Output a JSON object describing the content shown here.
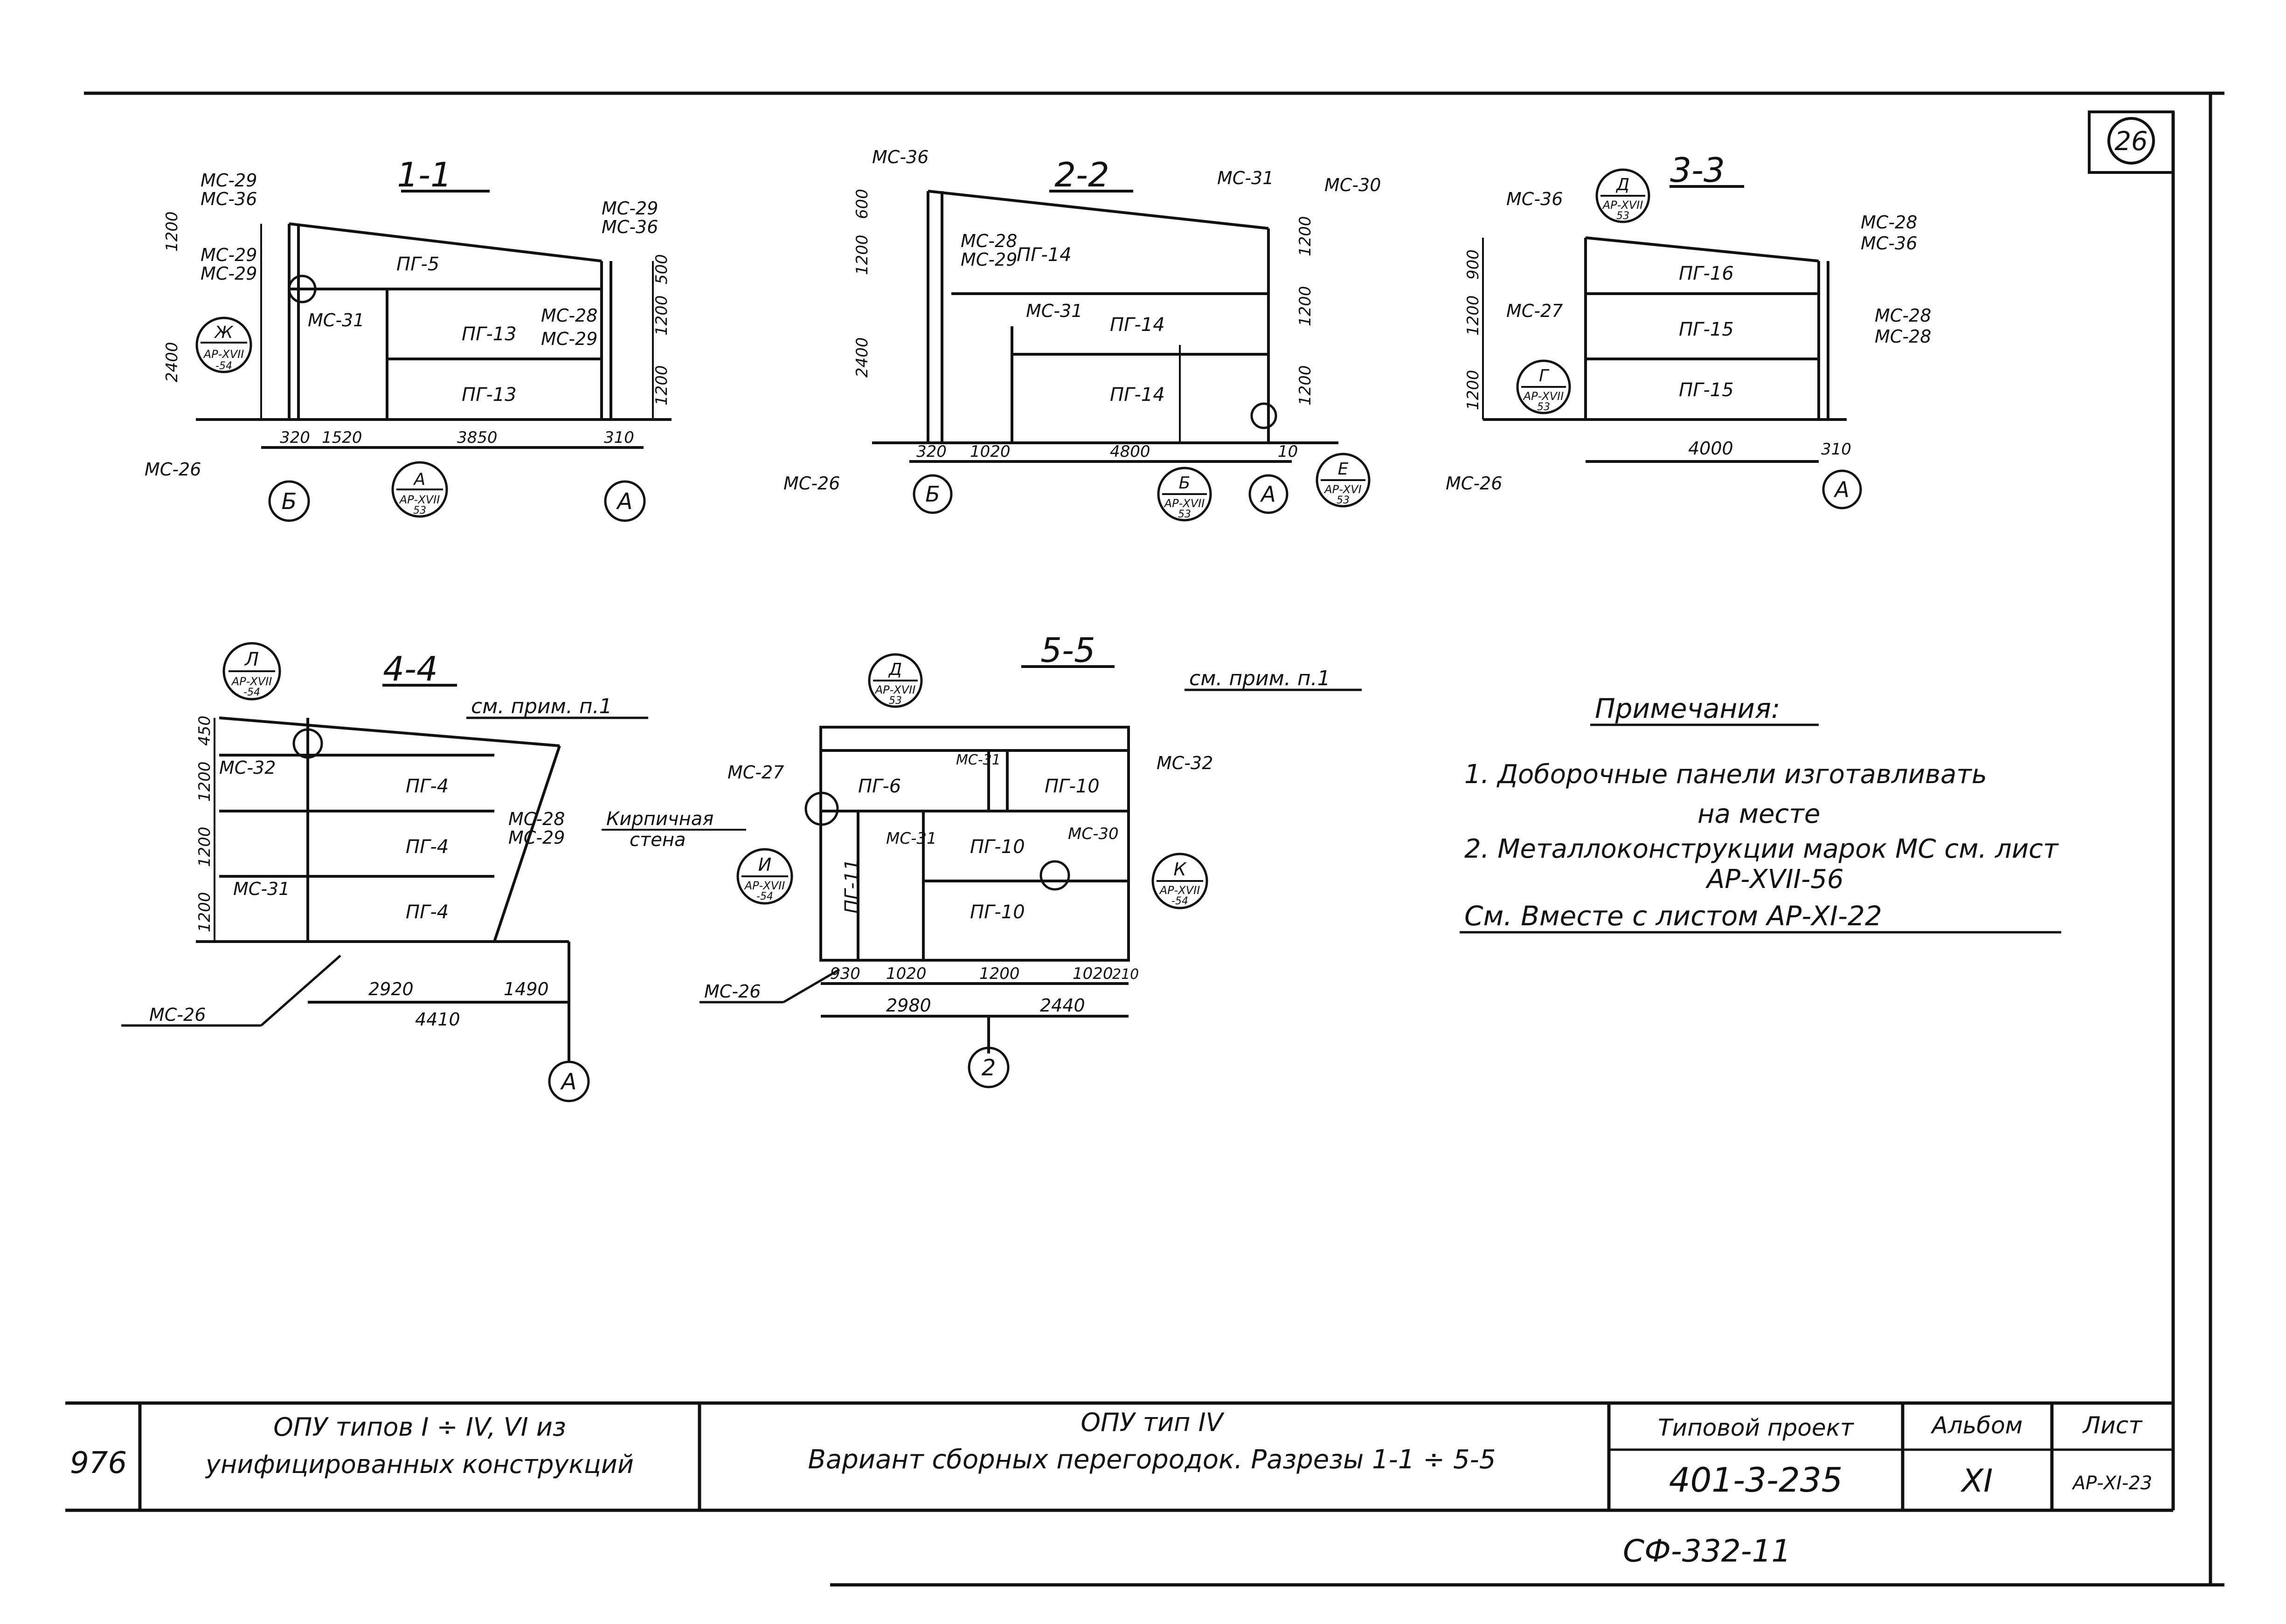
{
  "sheet_number": "26",
  "sections": {
    "s1": {
      "title": "1-1",
      "refs": [
        "МС-29",
        "МС-36",
        "МС-29",
        "МС-36",
        "МС-29",
        "МС-29",
        "МС-31",
        "МС-28",
        "МС-29",
        "МС-26"
      ],
      "panels": [
        "ПГ-5",
        "ПГ-13",
        "ПГ-13"
      ],
      "dims": [
        "1200",
        "2400",
        "500",
        "1200",
        "1200",
        "320",
        "1520",
        "3850",
        "310"
      ],
      "node": {
        "letter": "Ж",
        "sheet": "АР-XVII",
        "num": "-54"
      },
      "node2": {
        "letter": "А",
        "sheet": "АР-XVII",
        "num": "53"
      },
      "axes": [
        "Б",
        "А"
      ]
    },
    "s2": {
      "title": "2-2",
      "refs": [
        "МС-36",
        "МС-31",
        "МС-30",
        "МС-28",
        "МС-29",
        "МС-31",
        "МС-26"
      ],
      "panels": [
        "ПГ-14",
        "ПГ-14",
        "ПГ-14"
      ],
      "dims": [
        "600",
        "1200",
        "2400",
        "1200",
        "1200",
        "1200",
        "320",
        "1020",
        "4800",
        "10"
      ],
      "node": {
        "letter": "Б",
        "sheet": "АР-XVII",
        "num": "53"
      },
      "node2": {
        "letter": "Е",
        "sheet": "АР-XVI",
        "num": "53"
      },
      "axes": [
        "Б",
        "А"
      ]
    },
    "s3": {
      "title": "3-3",
      "refs": [
        "МС-36",
        "МС-28",
        "МС-36",
        "МС-27",
        "МС-28",
        "МС-28",
        "МС-26"
      ],
      "panels": [
        "ПГ-16",
        "ПГ-15",
        "ПГ-15"
      ],
      "dims": [
        "900",
        "1200",
        "1200",
        "4000",
        "310"
      ],
      "node": {
        "letter": "Д",
        "sheet": "АР-XVII",
        "num": "53"
      },
      "node2": {
        "letter": "Г",
        "sheet": "АР-XVII",
        "num": "53"
      },
      "axes": [
        "А"
      ]
    },
    "s4": {
      "title": "4-4",
      "note_ref": "см. прим. п.1",
      "refs": [
        "МС-32",
        "МС-31",
        "МС-28",
        "МС-29",
        "МС-26"
      ],
      "panels": [
        "ПГ-4",
        "ПГ-4",
        "ПГ-4"
      ],
      "wall": [
        "Кирпичная",
        "стена"
      ],
      "dims": [
        "450",
        "1200",
        "1200",
        "1200",
        "2920",
        "1490",
        "4410"
      ],
      "node": {
        "letter": "Л",
        "sheet": "АР-XVII",
        "num": "-54"
      },
      "axes": [
        "А"
      ]
    },
    "s5": {
      "title": "5-5",
      "note_ref": "см. прим. п.1",
      "refs": [
        "МС-27",
        "МС-32",
        "МС-31",
        "МС-31",
        "МС-30",
        "МС-26"
      ],
      "panels": [
        "ПГ-6",
        "ПГ-10",
        "ПГ-11",
        "ПГ-10",
        "ПГ-10"
      ],
      "dims": [
        "930",
        "1020",
        "1200",
        "1020",
        "210",
        "2980",
        "2440"
      ],
      "node": {
        "letter": "Д",
        "sheet": "АР-XVII",
        "num": "53"
      },
      "node2": {
        "letter": "И",
        "sheet": "АР-XVII",
        "num": "-54"
      },
      "node3": {
        "letter": "К",
        "sheet": "АР-XVII",
        "num": "-54"
      },
      "axes": [
        "2"
      ]
    }
  },
  "notes": {
    "title": "Примечания:",
    "items": [
      "1. Доборочные панели изготавливать",
      "на месте",
      "2. Металлоконструкции марок МС см. лист",
      "АР-XVII-56"
    ],
    "see_also": "См. Вместе с листом АР-XI-22"
  },
  "title_block": {
    "code_left": "976",
    "project_desc_line1": "ОПУ типов I ÷ IV, VI из",
    "project_desc_line2": "унифицированных конструкций",
    "drawing_title_line1": "ОПУ тип IV",
    "drawing_title_line2": "Вариант сборных перегородок. Разрезы 1-1 ÷ 5-5",
    "typical_project_label": "Типовой проект",
    "typical_project_value": "401-3-235",
    "album_label": "Альбом",
    "album_value": "XI",
    "sheet_label": "Лист",
    "sheet_value": "АР-XI-23"
  },
  "stamp_below": "СФ-332-11"
}
